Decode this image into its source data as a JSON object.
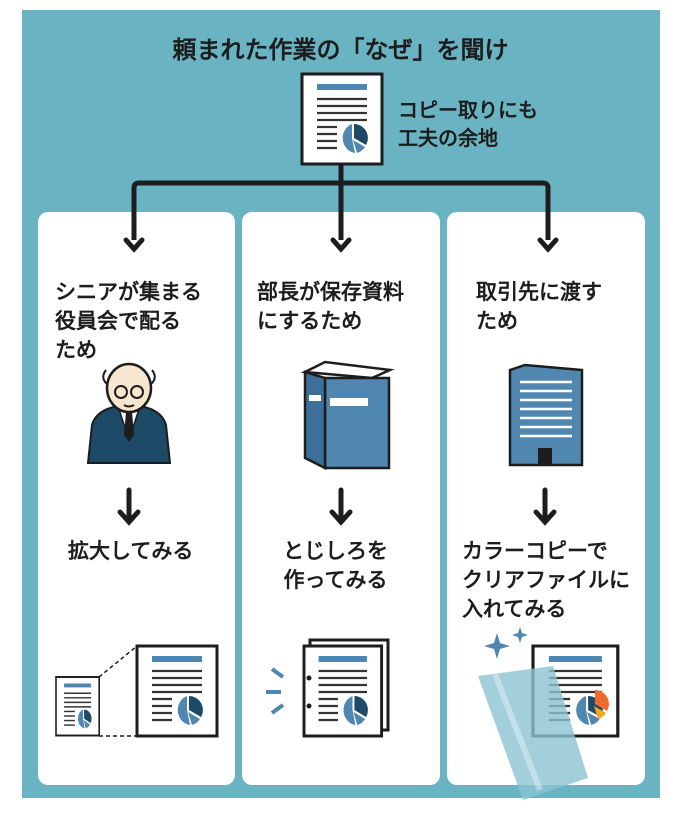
{
  "title": "頼まれた作業の「なぜ」を聞け",
  "top_note": "コピー取りにも\n工夫の余地",
  "columns": [
    {
      "reason": "シニアが集まる\n役員会で配る\nため",
      "action": "拡大してみる",
      "reason_icon": "elderly-man-icon",
      "action_icon": "enlarged-document-icon"
    },
    {
      "reason": "部長が保存資料\nにするため",
      "action": "とじしろを\n作ってみる",
      "reason_icon": "binder-book-icon",
      "action_icon": "margin-document-icon"
    },
    {
      "reason": "取引先に渡す\nため",
      "action": "カラーコピーで\nクリアファイルに\n入れてみる",
      "reason_icon": "office-building-icon",
      "action_icon": "clear-file-document-icon"
    }
  ],
  "colors": {
    "background": "#6ab3c2",
    "accent_blue": "#4f87b0",
    "dark_navy": "#1d4a66",
    "orange": "#ef6a2a",
    "yellow": "#f5a623"
  }
}
